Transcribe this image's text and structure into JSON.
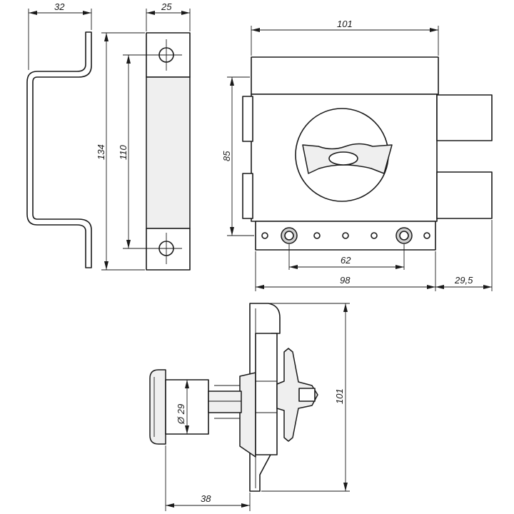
{
  "drawing": {
    "title": "",
    "dimensions": {
      "bracket_width": "32",
      "strike_width": "25",
      "strike_height": "134",
      "strike_hole_spacing": "110",
      "body_width": "101",
      "body_height": "85",
      "mount_hole_spacing": "62",
      "body_length": "98",
      "bolt_throw": "29,5",
      "cylinder_diameter": "Ø 29",
      "side_height": "101",
      "cylinder_length": "38"
    }
  }
}
